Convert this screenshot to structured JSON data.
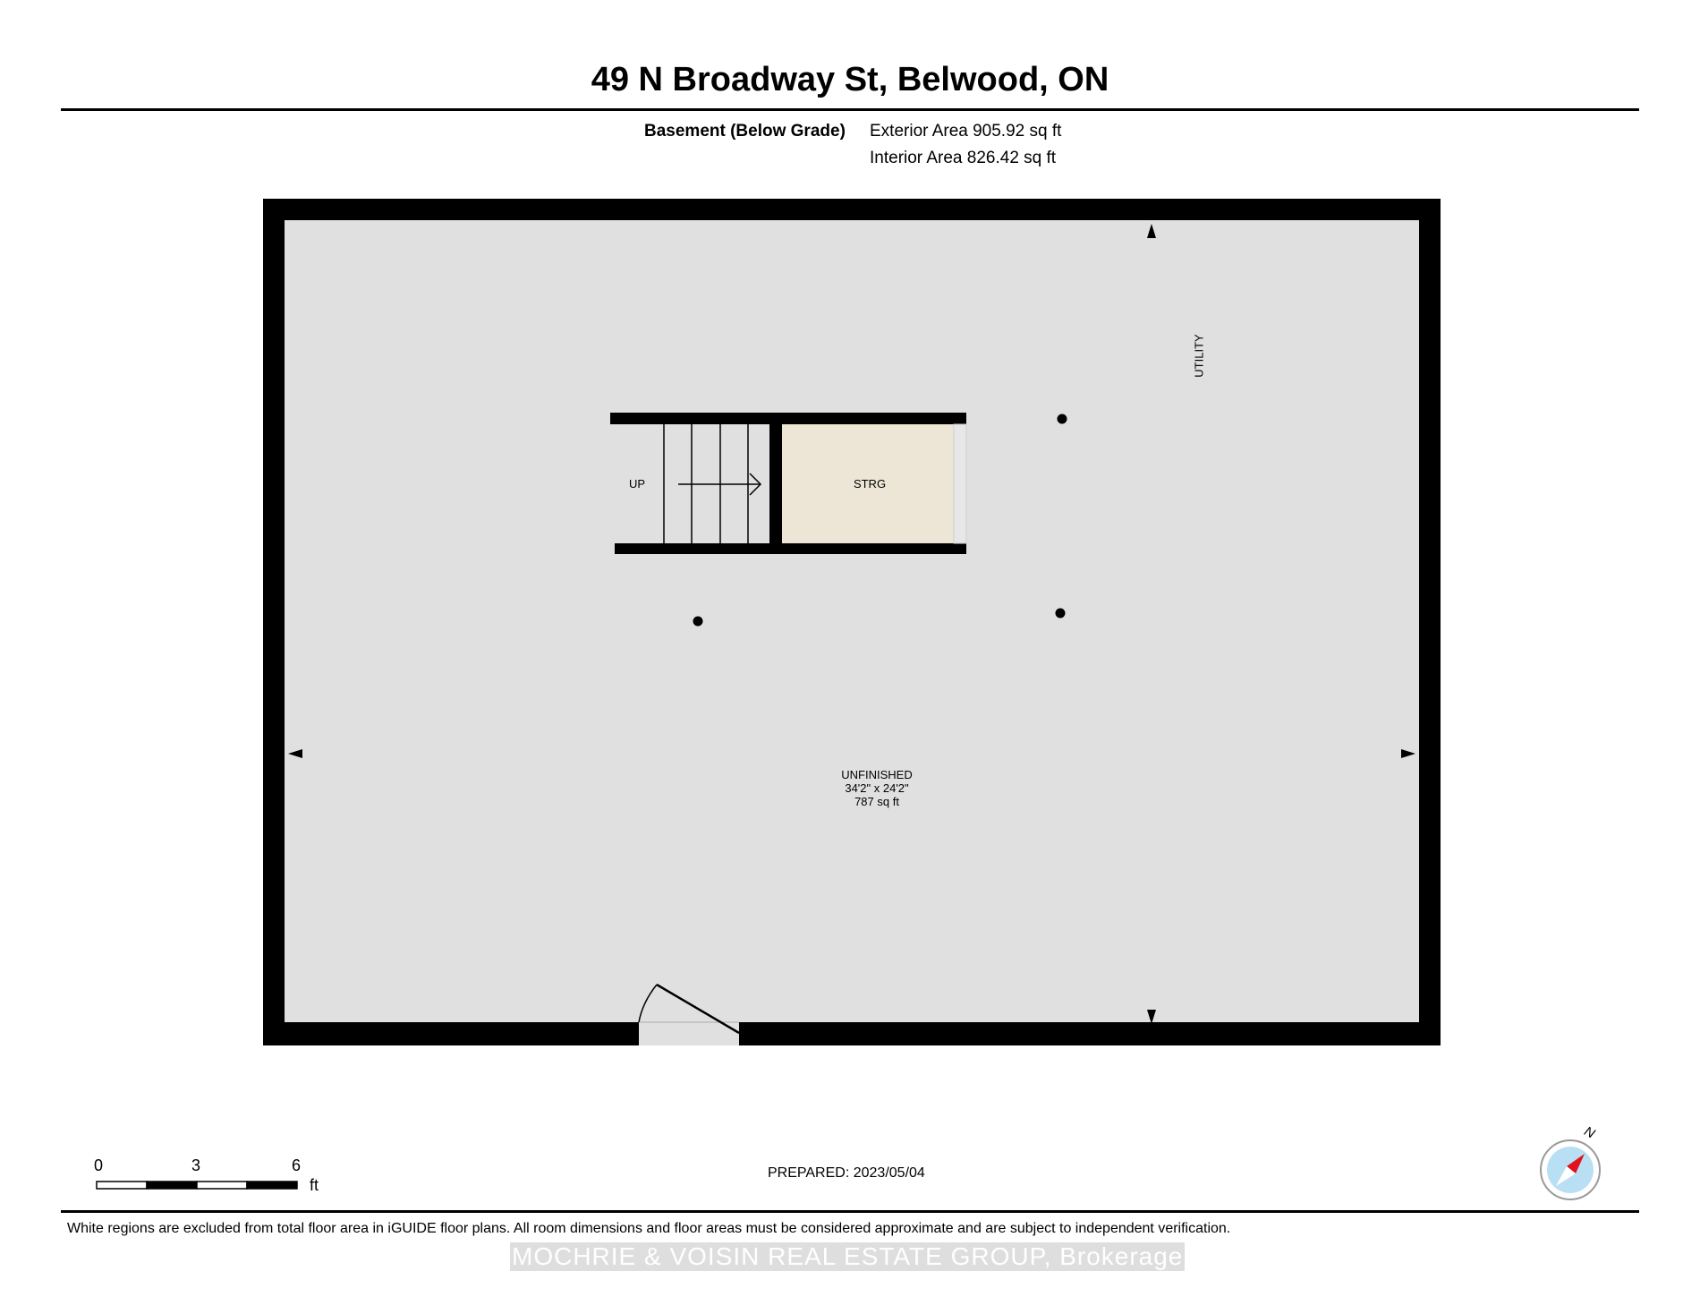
{
  "header": {
    "title": "49 N Broadway St, Belwood, ON",
    "floor_label": "Basement (Below Grade)",
    "exterior_area": "Exterior Area 905.92 sq ft",
    "interior_area": "Interior Area 826.42 sq ft"
  },
  "plan": {
    "rooms": {
      "main": {
        "name": "UNFINISHED",
        "dims": "34'2\" x 24'2\"",
        "area": "787 sq ft"
      },
      "storage": {
        "name": "STRG"
      },
      "utility": {
        "name": "UTILITY"
      },
      "stairs": {
        "label": "UP"
      }
    },
    "colors": {
      "wall": "#000000",
      "floor": "#e0e0e0",
      "storage_floor": "#ede5d6",
      "compass_needle": "#e1121b",
      "compass_ring": "#b9dff5"
    }
  },
  "footer": {
    "scale": {
      "ticks": [
        "0",
        "3",
        "6"
      ],
      "unit": "ft"
    },
    "prepared": "PREPARED: 2023/05/04",
    "compass_label": "N",
    "disclaimer": "White regions are excluded from total floor area in iGUIDE floor plans. All room dimensions and floor areas must be considered approximate and are subject to independent verification.",
    "watermark": "MOCHRIE & VOISIN REAL ESTATE GROUP, Brokerage"
  }
}
